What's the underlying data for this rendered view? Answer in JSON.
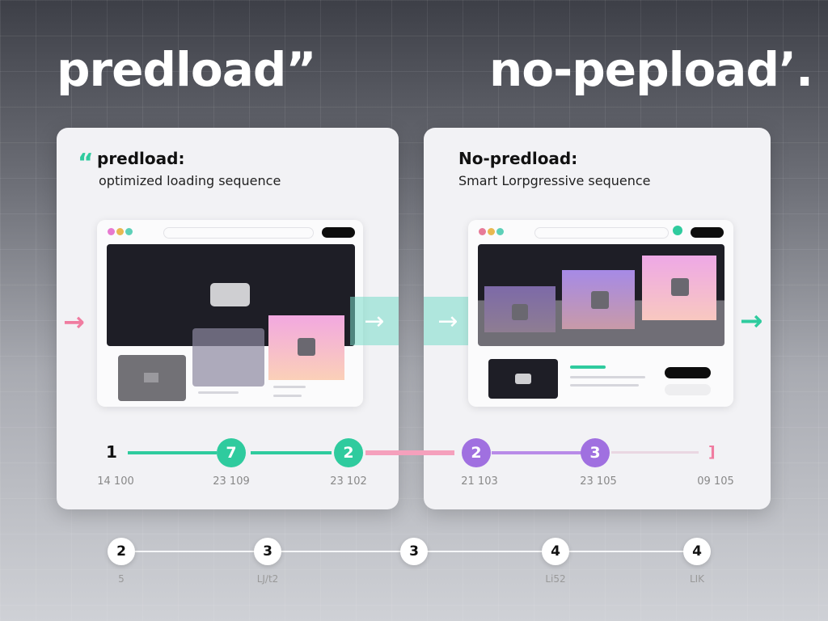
{
  "titles": {
    "left": "predload”",
    "right": "no-pepload’."
  },
  "left_card": {
    "quote": "“",
    "heading": "predload:",
    "subtitle": "optimized loading sequence",
    "steps": [
      {
        "value": "1",
        "label": "14 100"
      },
      {
        "value": "7",
        "label": "23 109"
      },
      {
        "value": "2",
        "label": "23 102"
      }
    ]
  },
  "right_card": {
    "heading": "No-predload:",
    "subtitle": "Smart Lorpgressive sequence",
    "steps": [
      {
        "value": "2",
        "label": "21 103"
      },
      {
        "value": "3",
        "label": "23 105"
      },
      {
        "value": "]",
        "label": "09 105"
      }
    ]
  },
  "bottom_timeline": [
    {
      "value": "2",
      "label": "5"
    },
    {
      "value": "3",
      "label": "LJ/t2"
    },
    {
      "value": "3",
      "label": ""
    },
    {
      "value": "4",
      "label": "Li52"
    },
    {
      "value": "4",
      "label": "LIK"
    }
  ],
  "colors": {
    "teal": "#2fcb9e",
    "purple": "#a070e0",
    "pink": "#f07ca0"
  },
  "arrows": {
    "icon": "→"
  }
}
